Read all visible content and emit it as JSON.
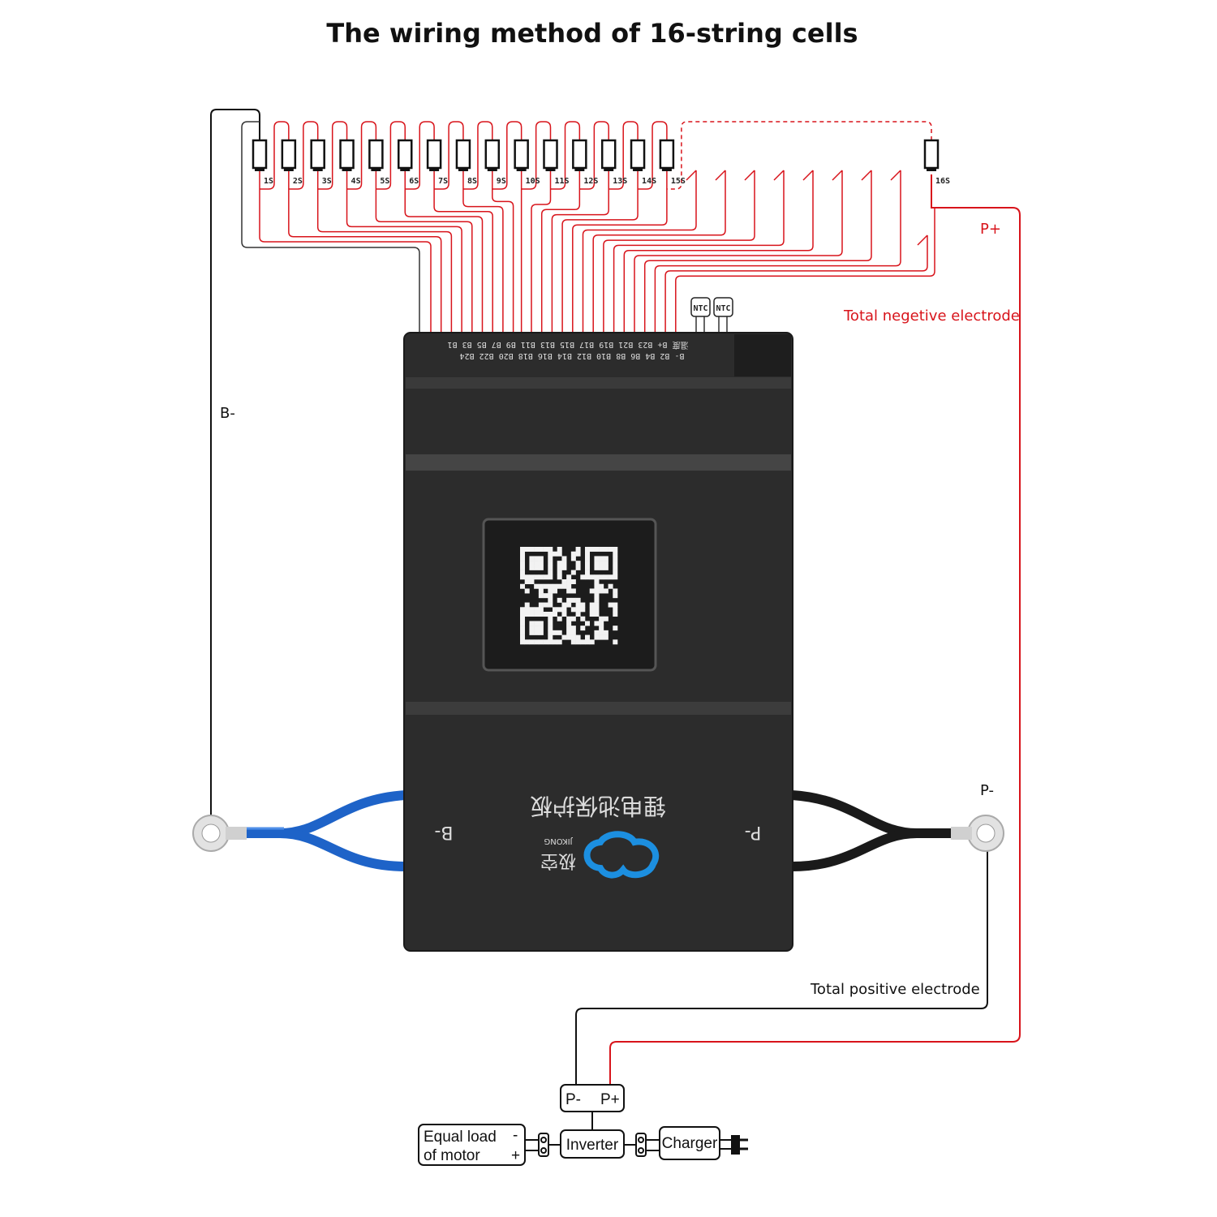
{
  "title": "The wiring method of 16-string cells",
  "cells": [
    "1S",
    "2S",
    "3S",
    "4S",
    "5S",
    "6S",
    "7S",
    "8S",
    "9S",
    "10S",
    "11S",
    "12S",
    "13S",
    "14S",
    "15S",
    "16S"
  ],
  "ntc": [
    "NTC",
    "NTC"
  ],
  "labels": {
    "b_minus": "B-",
    "p_plus": "P+",
    "p_minus": "P-",
    "total_negative": "Total negetive electrode",
    "total_positive": "Total positive electrode"
  },
  "board": {
    "pins_row1": "B- B2 B4 B6 B8 B10 B12 B14 B16 B18 B20 B22 B24",
    "pins_row2": "温度 B+ B23 B21 B19 B17 B15 B13 B11 B9 B7 B5 B3 B1",
    "name_cn": "锂电池保护板",
    "terminal_b": "B-",
    "terminal_p": "P-",
    "brand_cn": "极空",
    "brand": "JIKONG"
  },
  "bottom": {
    "p_minus": "P-",
    "p_plus": "P+",
    "load_line1": "Equal load",
    "load_line2": "of motor",
    "minus": "-",
    "plus": "+",
    "inverter": "Inverter",
    "charger": "Charger"
  },
  "colors": {
    "wire_red": "#d8141b",
    "board": "#2c2c2c",
    "cable_blue": "#1e63c8",
    "logo_blue": "#1c8fe0"
  }
}
